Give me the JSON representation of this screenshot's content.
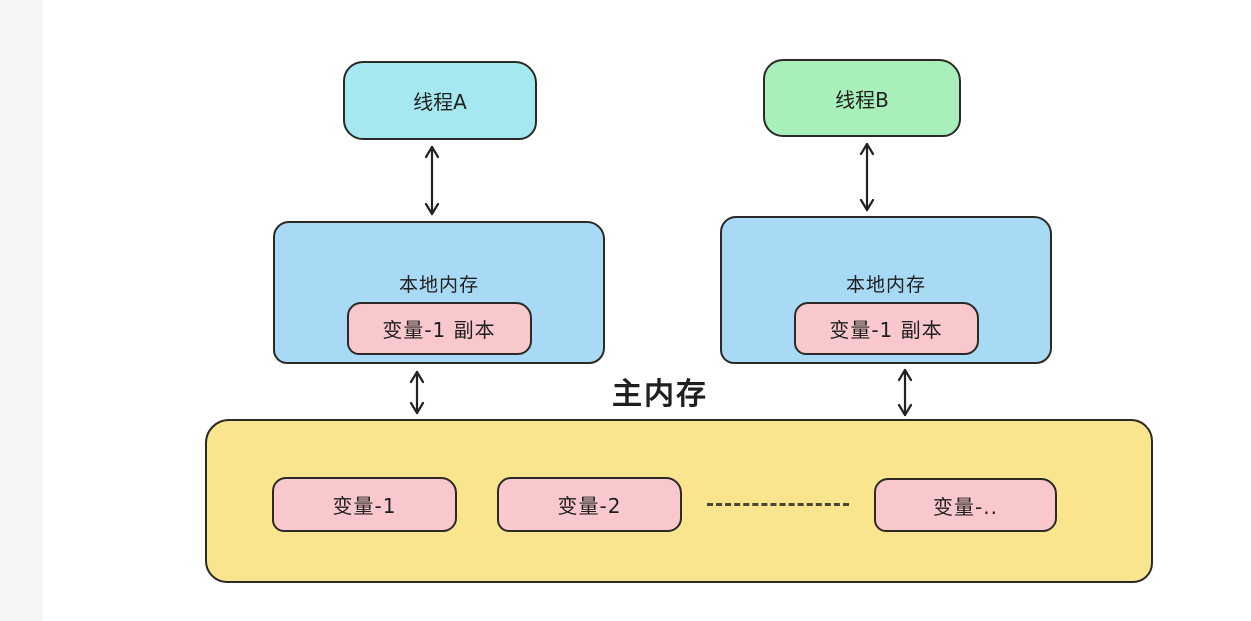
{
  "diagram": {
    "threads": [
      {
        "label": "线程A",
        "fill": "#a5e8ef"
      },
      {
        "label": "线程B",
        "fill": "#a9efb9"
      }
    ],
    "local_memories": [
      {
        "label": "本地内存",
        "copy_label": "变量-1 副本"
      },
      {
        "label": "本地内存",
        "copy_label": "变量-1 副本"
      }
    ],
    "main_memory": {
      "title": "主内存",
      "variables": [
        "变量-1",
        "变量-2",
        "变量-.."
      ]
    },
    "colors": {
      "thread_a_fill": "#a5e8ef",
      "thread_b_fill": "#a9efb9",
      "local_memory_fill": "#a8daf5",
      "variable_fill": "#f9c8cc",
      "main_memory_fill": "#fae58f",
      "stroke": "#2b2a26",
      "background": "#ffffff",
      "left_gutter": "#f5f5f6"
    }
  }
}
